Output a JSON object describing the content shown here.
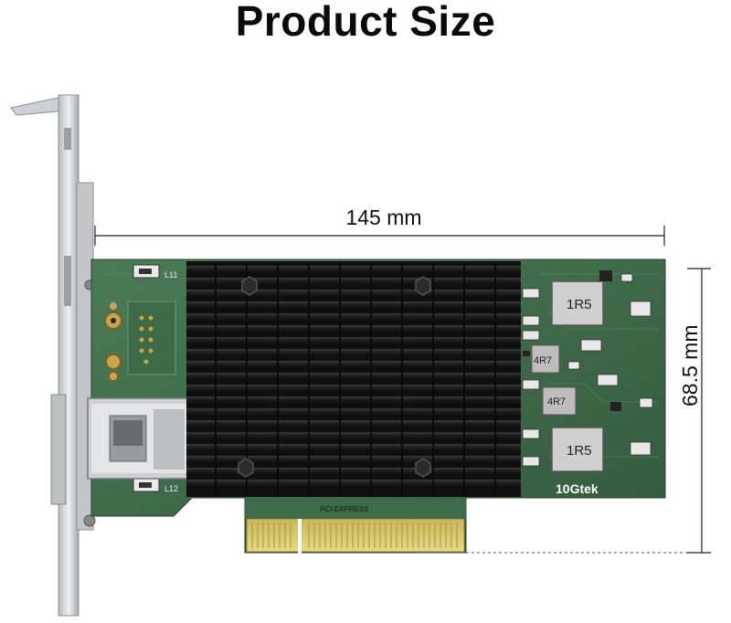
{
  "title": "Product Size",
  "width_label": "145 mm",
  "height_label": "68.5 mm",
  "brand_logo": "10Gtek",
  "board_markings": {
    "inductor_top": "1R5",
    "inductor_bottom": "1R5",
    "inductor_mid_1": "4R7",
    "inductor_mid_2": "4R7",
    "label_l11": "L11",
    "label_l12": "L12",
    "pci_express": "PCI EXPRESS"
  },
  "colors": {
    "pcb": "#3e6b4a",
    "heatsink": "#1c1c1c",
    "bracket": "#d9dadc",
    "gold": "#d7c56a"
  }
}
